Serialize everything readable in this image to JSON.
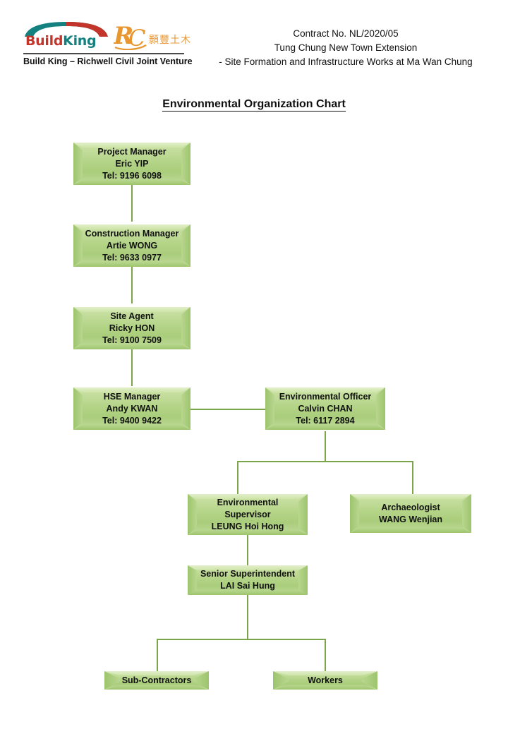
{
  "header": {
    "logo": {
      "buildking_build": "Build",
      "buildking_king": "King",
      "rc_initials": "RC",
      "rc_chinese": "顥豐土木",
      "joint_venture": "Build King – Richwell Civil Joint Venture"
    },
    "contract_lines": [
      "Contract No. NL/2020/05",
      "Tung Chung New Town Extension",
      "- Site Formation and Infrastructure Works at Ma Wan Chung"
    ]
  },
  "title": "Environmental Organization Chart",
  "chart_data": {
    "type": "diagram",
    "title": "Environmental Organization Chart",
    "nodes": [
      {
        "id": "project-manager",
        "role": "Project Manager",
        "name": "Eric YIP",
        "tel": "Tel: 9196 6098",
        "text": "Project Manager\nEric YIP\nTel: 9196 6098",
        "level": 1
      },
      {
        "id": "construction-manager",
        "role": "Construction Manager",
        "name": "Artie WONG",
        "tel": "Tel: 9633 0977",
        "text": "Construction Manager\nArtie WONG\nTel: 9633 0977",
        "level": 2
      },
      {
        "id": "site-agent",
        "role": "Site Agent",
        "name": "Ricky HON",
        "tel": "Tel: 9100 7509",
        "text": "Site Agent\nRicky HON\nTel: 9100 7509",
        "level": 3
      },
      {
        "id": "hse-manager",
        "role": "HSE Manager",
        "name": "Andy KWAN",
        "tel": "Tel: 9400 9422",
        "text": "HSE Manager\nAndy KWAN\nTel: 9400 9422",
        "level": 4
      },
      {
        "id": "environmental-officer",
        "role": "Environmental Officer",
        "name": "Calvin CHAN",
        "tel": "Tel: 6117 2894",
        "text": "Environmental Officer\nCalvin CHAN\nTel: 6117 2894",
        "level": 4
      },
      {
        "id": "environmental-supervisor",
        "role": "Environmental Supervisor",
        "name": "LEUNG Hoi Hong",
        "tel": "",
        "text": "Environmental\nSupervisor\nLEUNG Hoi Hong",
        "level": 5
      },
      {
        "id": "archaeologist",
        "role": "Archaeologist",
        "name": "WANG Wenjian",
        "tel": "",
        "text": "Archaeologist\nWANG Wenjian",
        "level": 5
      },
      {
        "id": "senior-superintendent",
        "role": "Senior Superintendent",
        "name": "LAI Sai Hung",
        "tel": "",
        "text": "Senior Superintendent\nLAI Sai Hung",
        "level": 6
      },
      {
        "id": "sub-contractors",
        "role": "Sub-Contractors",
        "name": "",
        "tel": "",
        "text": "Sub-Contractors",
        "level": 7
      },
      {
        "id": "workers",
        "role": "Workers",
        "name": "",
        "tel": "",
        "text": "Workers",
        "level": 7
      }
    ],
    "edges": [
      {
        "from": "project-manager",
        "to": "construction-manager",
        "style": "vertical"
      },
      {
        "from": "construction-manager",
        "to": "site-agent",
        "style": "vertical"
      },
      {
        "from": "site-agent",
        "to": "hse-manager",
        "style": "vertical"
      },
      {
        "from": "hse-manager",
        "to": "environmental-officer",
        "style": "horizontal"
      },
      {
        "from": "environmental-officer",
        "to": "environmental-supervisor",
        "style": "elbow"
      },
      {
        "from": "environmental-officer",
        "to": "archaeologist",
        "style": "elbow"
      },
      {
        "from": "environmental-supervisor",
        "to": "senior-superintendent",
        "style": "vertical"
      },
      {
        "from": "senior-superintendent",
        "to": "sub-contractors",
        "style": "elbow"
      },
      {
        "from": "senior-superintendent",
        "to": "workers",
        "style": "elbow"
      }
    ],
    "colors": {
      "node_fill_light": "#cfe3ab",
      "node_fill_mid": "#b4d487",
      "node_bevel_dark": "#9cc46d",
      "connector": "#7ba549",
      "text": "#111111",
      "brand_red": "#c3352b",
      "brand_teal": "#12817f",
      "brand_orange": "#e8962f"
    }
  }
}
